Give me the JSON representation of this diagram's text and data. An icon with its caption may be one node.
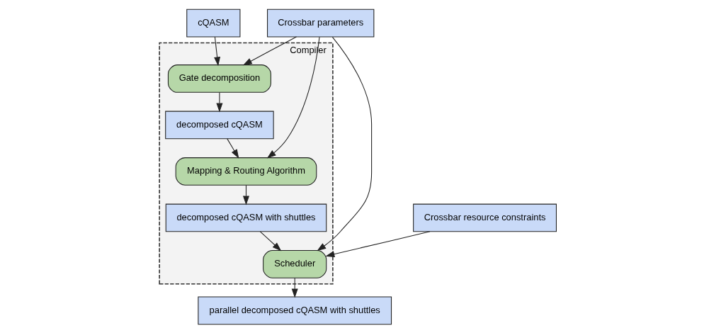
{
  "diagram": {
    "nodes": [
      {
        "text": [
          "Compiler"
        ]
      },
      {
        "text": [
          "cQASM"
        ]
      },
      {
        "text": [
          "Crossbar parameters"
        ]
      },
      {
        "text": [
          "Gate decomposition"
        ],
        "in": 0
      },
      {
        "text": [
          "decomposed cQASM"
        ],
        "in": 0
      },
      {
        "text": [
          "Mapping & Routing Algorithm"
        ],
        "in": 0
      },
      {
        "text": [
          "decomposed cQASM with shuttles"
        ],
        "in": 0
      },
      {
        "text": [
          "Crossbar resource constraints"
        ]
      },
      {
        "text": [
          "Scheduler"
        ],
        "in": 0
      },
      {
        "text": [
          "parallel decomposed cQASM with shuttles"
        ]
      }
    ],
    "edges": [
      {
        "from": 1,
        "to": 3,
        "arrow": "to"
      },
      {
        "from": 2,
        "to": 3,
        "arrow": "to"
      },
      {
        "from": 3,
        "to": 4,
        "arrow": "to"
      },
      {
        "from": 4,
        "to": 5,
        "arrow": "to"
      },
      {
        "from": 2,
        "to": 5,
        "arrow": "to"
      },
      {
        "from": 5,
        "to": 6,
        "arrow": "to"
      },
      {
        "from": 6,
        "to": 8,
        "arrow": "to"
      },
      {
        "from": 7,
        "to": 8,
        "arrow": "to"
      },
      {
        "from": 2,
        "to": 8,
        "arrow": "to"
      },
      {
        "from": 8,
        "to": 9,
        "arrow": "to"
      }
    ]
  }
}
